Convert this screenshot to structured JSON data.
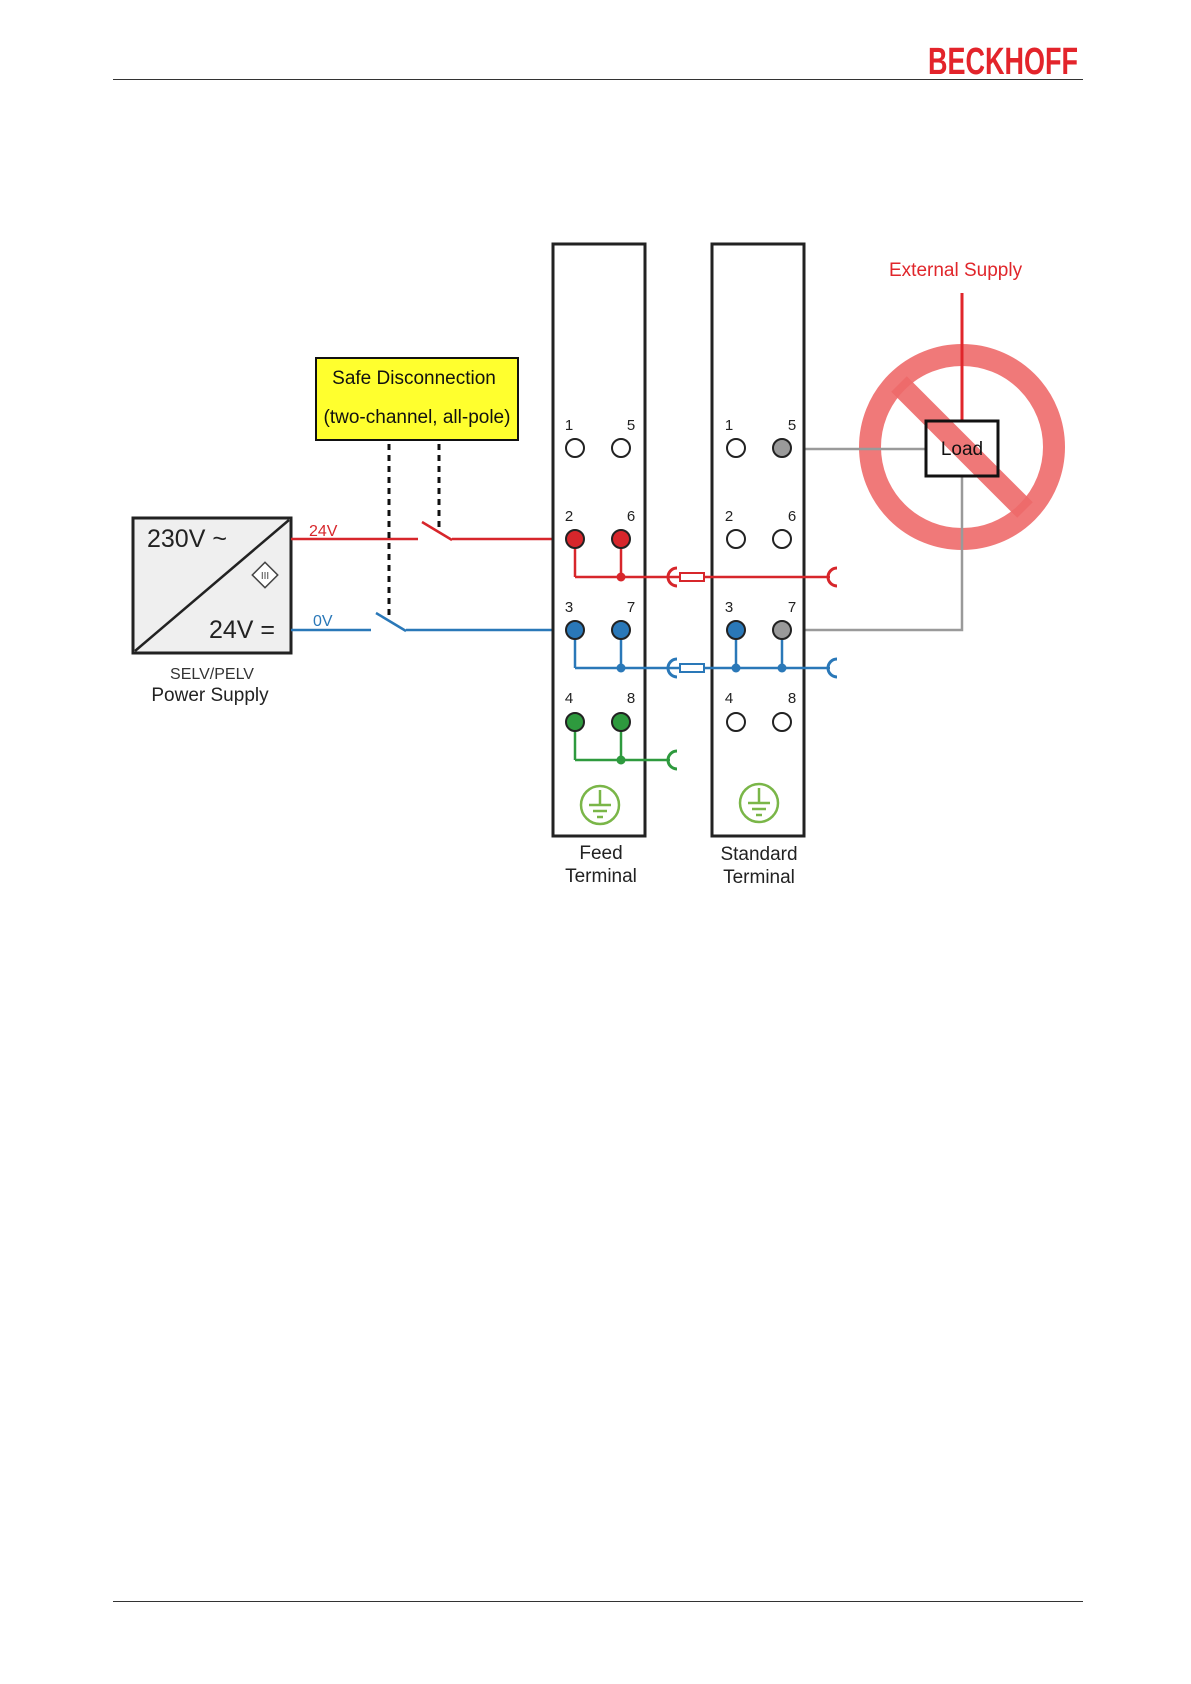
{
  "header": {
    "brand": "BECKHOFF",
    "brand_color": "#e3242b"
  },
  "diagram": {
    "colors": {
      "plus_24v": "#d7262b",
      "zero_v": "#2a78b8",
      "pe": "#2e9a3e",
      "external": "#8f8f8f",
      "warning_yellow": "#ffff2e",
      "prohibition": "#ee6a6a"
    },
    "power_supply": {
      "input_label": "230V ~",
      "output_label": "24V =",
      "class_symbol": "III",
      "caption_line1": "SELV/PELV",
      "caption_line2": "Power Supply"
    },
    "wires": {
      "positive_label": "24V",
      "negative_label": "0V"
    },
    "safe_disconnection": {
      "line1": "Safe Disconnection",
      "line2": "(two-channel, all-pole)"
    },
    "feed_terminal": {
      "caption_line1": "Feed",
      "caption_line2": "Terminal",
      "contacts": [
        "1",
        "5",
        "2",
        "6",
        "3",
        "7",
        "4",
        "8"
      ],
      "pe_symbol": "ground-icon"
    },
    "standard_terminal": {
      "caption_line1": "Standard",
      "caption_line2": "Terminal",
      "contacts": [
        "1",
        "5",
        "2",
        "6",
        "3",
        "7",
        "4",
        "8"
      ],
      "pe_symbol": "ground-icon"
    },
    "external": {
      "label": "External Supply",
      "load_label": "Load",
      "prohibited": true
    }
  }
}
